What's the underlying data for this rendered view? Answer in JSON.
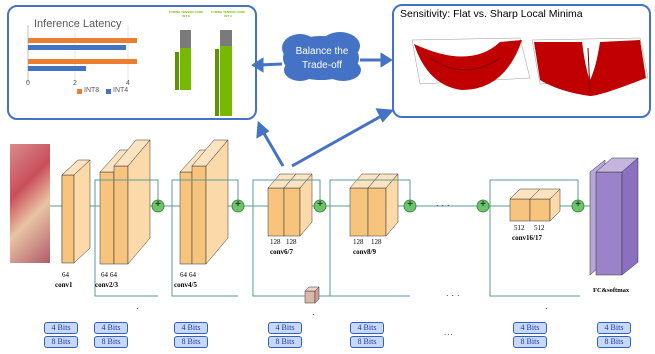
{
  "latency_panel": {
    "title": "Inference Latency",
    "axis_ticks": [
      "0",
      "2",
      "4"
    ],
    "legend": [
      {
        "label": "INT8",
        "color": "#ed7d31"
      },
      {
        "label": "INT4",
        "color": "#4472c4"
      }
    ],
    "gpu_labels": [
      "TURING TENSOR CORE\nINT 8",
      "TURING TENSOR CORE\nINT 4"
    ],
    "chart_data": {
      "type": "bar",
      "orientation": "horizontal",
      "title": "Inference Latency",
      "xlim": [
        0,
        4.5
      ],
      "series": [
        {
          "name": "INT8",
          "values": [
            4.3,
            4.3
          ]
        },
        {
          "name": "INT4",
          "values": [
            3.9,
            2.3
          ]
        }
      ]
    }
  },
  "cloud": {
    "text": [
      "Balance the",
      "Trade-off"
    ],
    "color": "#4472c4"
  },
  "sensitivity_panel": {
    "title": "Sensitivity: Flat vs. Sharp Local Minima"
  },
  "network": {
    "layer_labels": {
      "conv1": "conv1",
      "conv2": "conv2/3",
      "conv4": "conv4/5",
      "conv6": "conv6/7",
      "conv8": "conv8/9",
      "conv16": "conv16/17",
      "fc": "FC&softmax"
    },
    "channel_labels": {
      "c1": "64",
      "c2a": "64",
      "c2b": "64",
      "c4a": "64",
      "c4b": "64",
      "c6a": "128",
      "c6b": "128",
      "c8a": "128",
      "c8b": "128",
      "c16a": "512",
      "c16b": "512"
    },
    "sum_symbol": "+",
    "ellipsis": "...",
    "dot": "."
  },
  "bit_badges": {
    "top": "4 Bits",
    "bottom": "8 Bits",
    "gap": "..."
  }
}
